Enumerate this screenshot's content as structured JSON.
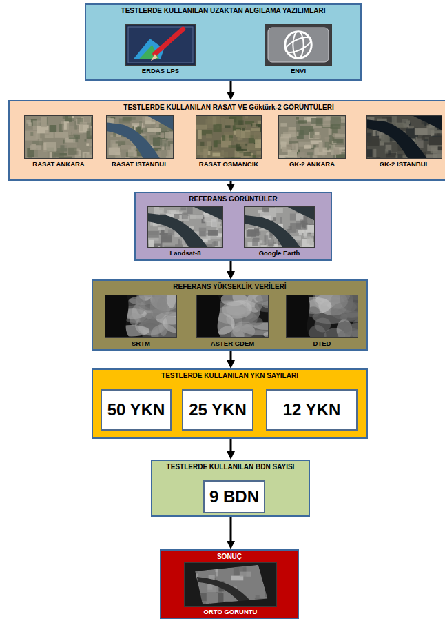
{
  "diagram": {
    "nodes": [
      {
        "text": [
          "TESTLERDE KULLANILAN UZAKTAN ALGILAMA YAZILIMLARI"
        ]
      },
      {
        "text": [
          "ERDAS LPS"
        ],
        "in": 0
      },
      {
        "text": [
          "ENVI"
        ],
        "in": 0
      },
      {
        "text": [
          "TESTLERDE KULLANILAN RASAT VE Göktürk-2 GÖRÜNTÜLERİ"
        ]
      },
      {
        "text": [
          "RASAT ANKARA"
        ],
        "in": 3
      },
      {
        "text": [
          "RASAT İSTANBUL"
        ],
        "in": 3
      },
      {
        "text": [
          "RASAT OSMANCIK"
        ],
        "in": 3
      },
      {
        "text": [
          "GK-2 ANKARA"
        ],
        "in": 3
      },
      {
        "text": [
          "GK-2 İSTANBUL"
        ],
        "in": 3
      },
      {
        "text": [
          "REFERANS GÖRÜNTÜLER"
        ]
      },
      {
        "text": [
          "Landsat-8"
        ],
        "in": 9
      },
      {
        "text": [
          "Google Earth"
        ],
        "in": 9
      },
      {
        "text": [
          "REFERANS YÜKSEKLİK VERİLERİ"
        ]
      },
      {
        "text": [
          "SRTM"
        ],
        "in": 12
      },
      {
        "text": [
          "ASTER GDEM"
        ],
        "in": 12
      },
      {
        "text": [
          "DTED"
        ],
        "in": 12
      },
      {
        "text": [
          "TESTLERDE KULLANILAN YKN SAYILARI"
        ]
      },
      {
        "text": [
          "50 YKN"
        ],
        "in": 16
      },
      {
        "text": [
          "25 YKN"
        ],
        "in": 16
      },
      {
        "text": [
          "12 YKN"
        ],
        "in": 16
      },
      {
        "text": [
          "TESTLERDE KULLANILAN BDN SAYISI"
        ]
      },
      {
        "text": [
          "9 BDN"
        ],
        "in": 20
      },
      {
        "text": [
          "SONUÇ"
        ]
      },
      {
        "text": [
          "ORTO GÖRÜNTÜ"
        ],
        "in": 22
      }
    ],
    "edges": [
      {
        "from": 0,
        "to": 3,
        "arrow": "to"
      },
      {
        "from": 3,
        "to": 9,
        "arrow": "to"
      },
      {
        "from": 9,
        "to": 12,
        "arrow": "to"
      },
      {
        "from": 12,
        "to": 16,
        "arrow": "to"
      },
      {
        "from": 16,
        "to": 20,
        "arrow": "to"
      },
      {
        "from": 20,
        "to": 22,
        "arrow": "to"
      }
    ]
  }
}
